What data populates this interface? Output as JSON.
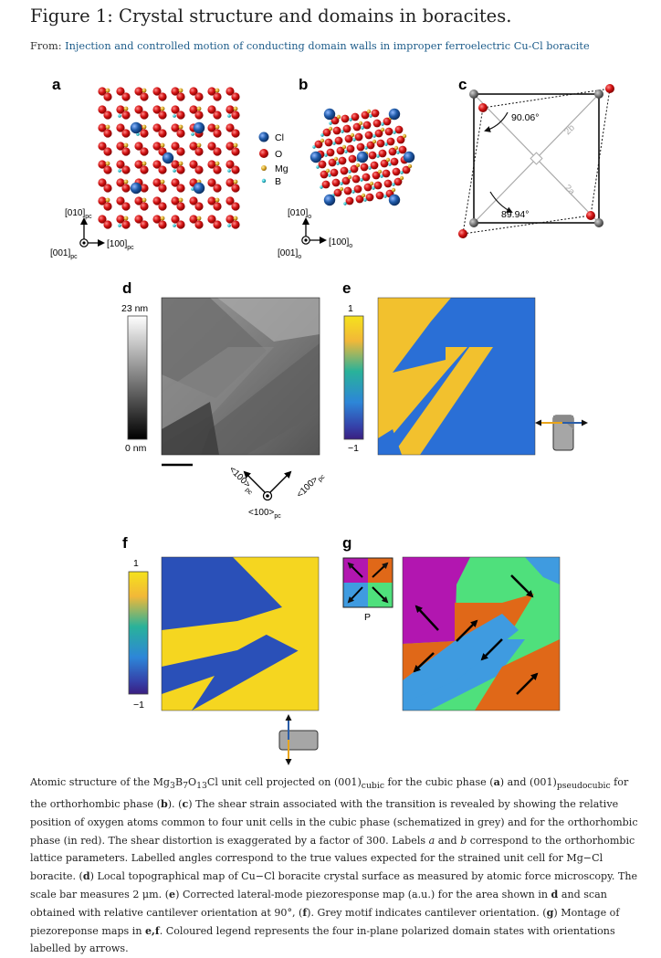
{
  "header": {
    "title": "Figure 1: Crystal structure and domains in boracites.",
    "from_prefix": "From:",
    "article_link": "Injection and controlled motion of conducting domain walls in improper ferroelectric Cu-Cl boracite"
  },
  "panels": {
    "a": {
      "label": "a",
      "axis_y": "[010]",
      "axis_y_sub": "pc",
      "axis_x": "[100]",
      "axis_x_sub": "pc",
      "axis_z": "[001]",
      "axis_z_sub": "pc"
    },
    "b": {
      "label": "b",
      "axis_y": "[010]",
      "axis_y_sub": "o",
      "axis_x": "[100]",
      "axis_x_sub": "o",
      "axis_z": "[001]",
      "axis_z_sub": "o"
    },
    "legend": {
      "cl": "Cl",
      "o": "O",
      "mg": "Mg",
      "b": "B"
    },
    "c": {
      "label": "c",
      "angle_top": "90.06°",
      "angle_bottom": "89.94°",
      "lattice_b": "2b",
      "lattice_a": "2a"
    },
    "d": {
      "label": "d",
      "scale_top": "23 nm",
      "scale_bottom": "0 nm",
      "dir_left": "<100>",
      "dir_left_sub": "pc",
      "dir_right": "<100>",
      "dir_right_sub": "pc",
      "dir_center": "<100>",
      "dir_center_sub": "pc"
    },
    "e": {
      "label": "e",
      "scale_top": "1",
      "scale_bottom": "−1"
    },
    "f": {
      "label": "f",
      "scale_top": "1",
      "scale_bottom": "−1"
    },
    "g": {
      "label": "g",
      "legend_label": "P"
    }
  },
  "colors": {
    "yellow": "#f2c12e",
    "blue": "#2a6fd6",
    "magenta": "#b216b0",
    "orange": "#e06818",
    "lightblue": "#3f9be0",
    "green": "#4fe07c",
    "oxygen": "#cc1111",
    "chlorine": "#1f5aa8",
    "magnesium": "#d6a020",
    "boron": "#27b8c8"
  },
  "caption": {
    "p1": "Atomic structure of the Mg",
    "p1_sub1": "3",
    "p1_b": "B",
    "p1_sub2": "7",
    "p1_o": "O",
    "p1_sub3": "13",
    "p1_cl": "Cl unit cell projected on (001)",
    "p1_sub4": "cubic",
    "p1_c": " for the cubic phase (",
    "p1_a": "a",
    "p1_d": ") and (001)",
    "p1_sub5": "pseudocubic",
    "p1_e": " for the orthorhombic phase (",
    "p1_bb": "b",
    "p1_f": "). (",
    "p1_cc": "c",
    "p1_g": ") The shear strain associated with the transition is revealed by showing the relative position of oxygen atoms common to four unit cells in the cubic phase (schematized in grey) and for the orthorhombic phase (in red). The shear distortion is exaggerated by a factor of 300. Labels ",
    "p1_ia": "a",
    "p1_h": " and ",
    "p1_ib": "b",
    "p1_i": " correspond to the orthorhombic lattice parameters. Labelled angles correspond to the true values expected for the strained unit cell for Mg−Cl boracite. (",
    "p1_dd": "d",
    "p1_j": ") Local topographical map of Cu−Cl boracite crystal surface as measured by atomic force microscopy. The scale bar measures 2 μm. (",
    "p1_ee": "e",
    "p1_k": ") Corrected lateral-mode piezoresponse map (a.u.) for the area shown in ",
    "p1_dd2": "d",
    "p1_l": " and scan obtained with relative cantilever orientation at 90°, (",
    "p1_ff": "f",
    "p1_m": "). Grey motif indicates cantilever orientation. (",
    "p1_gg": "g",
    "p1_n": ") Montage of piezoreponse maps in ",
    "p1_ef": "e,f",
    "p1_o2": ". Coloured legend represents the four in-plane polarized domain states with orientations labelled by arrows."
  }
}
